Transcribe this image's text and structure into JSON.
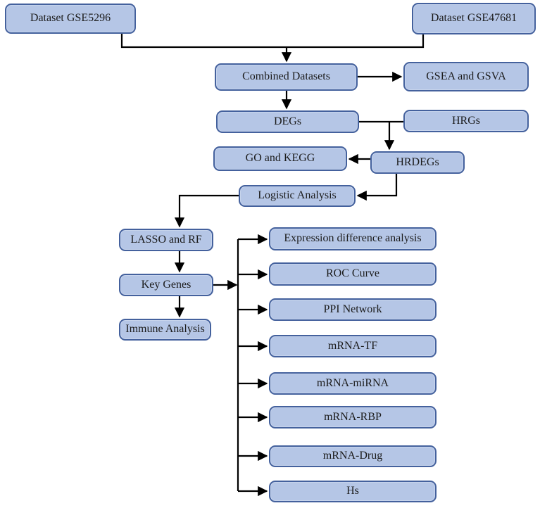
{
  "diagram": {
    "type": "flowchart",
    "title": "Study workflow flowchart",
    "colors": {
      "node_fill": "#b5c6e6",
      "node_border": "#44619d",
      "connector": "#000000",
      "text": "#1c1c1c",
      "background": "#ffffff"
    },
    "nodes": {
      "gse5296": {
        "label": "Dataset GSE5296"
      },
      "gse47681": {
        "label": "Dataset GSE47681"
      },
      "combined": {
        "label": "Combined Datasets"
      },
      "gsea_gsva": {
        "label": "GSEA and GSVA"
      },
      "degs": {
        "label": "DEGs"
      },
      "hrgs": {
        "label": "HRGs"
      },
      "go_kegg": {
        "label": "GO and KEGG"
      },
      "hrdegs": {
        "label": "HRDEGs"
      },
      "logistic": {
        "label": "Logistic Analysis"
      },
      "lasso_rf": {
        "label": "LASSO and RF"
      },
      "key_genes": {
        "label": "Key Genes"
      },
      "immune": {
        "label": "Immune Analysis"
      },
      "expr_diff": {
        "label": "Expression difference analysis"
      },
      "roc": {
        "label": "ROC Curve"
      },
      "ppi": {
        "label": "PPI Network"
      },
      "mrna_tf": {
        "label": "mRNA-TF"
      },
      "mrna_mirna": {
        "label": "mRNA-miRNA"
      },
      "mrna_rbp": {
        "label": "mRNA-RBP"
      },
      "mrna_drug": {
        "label": "mRNA-Drug"
      },
      "hs": {
        "label": "Hs"
      }
    },
    "edges": [
      {
        "from": "gse5296",
        "to": "combined"
      },
      {
        "from": "gse47681",
        "to": "combined"
      },
      {
        "from": "combined",
        "to": "gsea_gsva"
      },
      {
        "from": "combined",
        "to": "degs"
      },
      {
        "from": "degs",
        "to": "hrdegs"
      },
      {
        "from": "hrgs",
        "to": "hrdegs"
      },
      {
        "from": "hrdegs",
        "to": "go_kegg"
      },
      {
        "from": "hrdegs",
        "to": "logistic"
      },
      {
        "from": "logistic",
        "to": "lasso_rf"
      },
      {
        "from": "lasso_rf",
        "to": "key_genes"
      },
      {
        "from": "key_genes",
        "to": "immune"
      },
      {
        "from": "key_genes",
        "to": "expr_diff"
      },
      {
        "from": "key_genes",
        "to": "roc"
      },
      {
        "from": "key_genes",
        "to": "ppi"
      },
      {
        "from": "key_genes",
        "to": "mrna_tf"
      },
      {
        "from": "key_genes",
        "to": "mrna_mirna"
      },
      {
        "from": "key_genes",
        "to": "mrna_rbp"
      },
      {
        "from": "key_genes",
        "to": "mrna_drug"
      },
      {
        "from": "key_genes",
        "to": "hs"
      }
    ]
  }
}
